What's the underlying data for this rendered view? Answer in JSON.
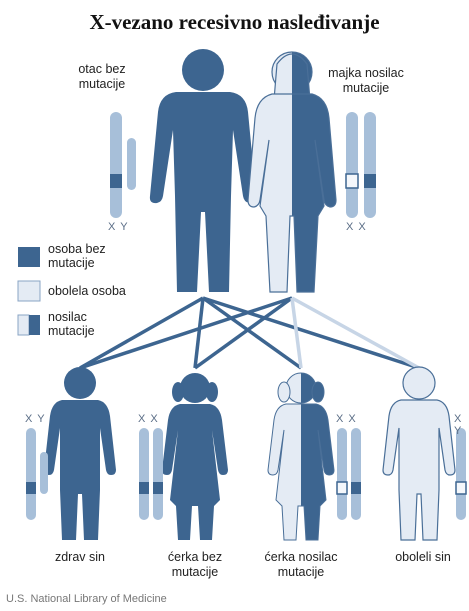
{
  "title": "X-vezano recesivno nasleđivanje",
  "parents": {
    "father_label": [
      "otac bez",
      "mutacije"
    ],
    "mother_label": [
      "majka nosilac",
      "mutacije"
    ],
    "father_chromosomes": "X Y",
    "mother_chromosomes": "X X"
  },
  "legend": {
    "unaffected": [
      "osoba bez",
      "mutacije"
    ],
    "affected": [
      "obolela osoba"
    ],
    "carrier": [
      "nosilac",
      "mutacije"
    ]
  },
  "children": [
    {
      "label": [
        "zdrav sin"
      ],
      "chromosomes": "X Y"
    },
    {
      "label": [
        "ćerka bez",
        "mutacije"
      ],
      "chromosomes": "X X"
    },
    {
      "label": [
        "ćerka nosilac",
        "mutacije"
      ],
      "chromosomes": "X X"
    },
    {
      "label": [
        "oboleli sin"
      ],
      "chromosomes": "X Y"
    }
  ],
  "credit": "U.S. National Library of Medicine",
  "colors": {
    "unaffected": "#3d6590",
    "affected": "#e4ebf4",
    "chromosome": "#a7bfd9",
    "line": "#3d6590",
    "line_light": "#c7d5e6"
  }
}
